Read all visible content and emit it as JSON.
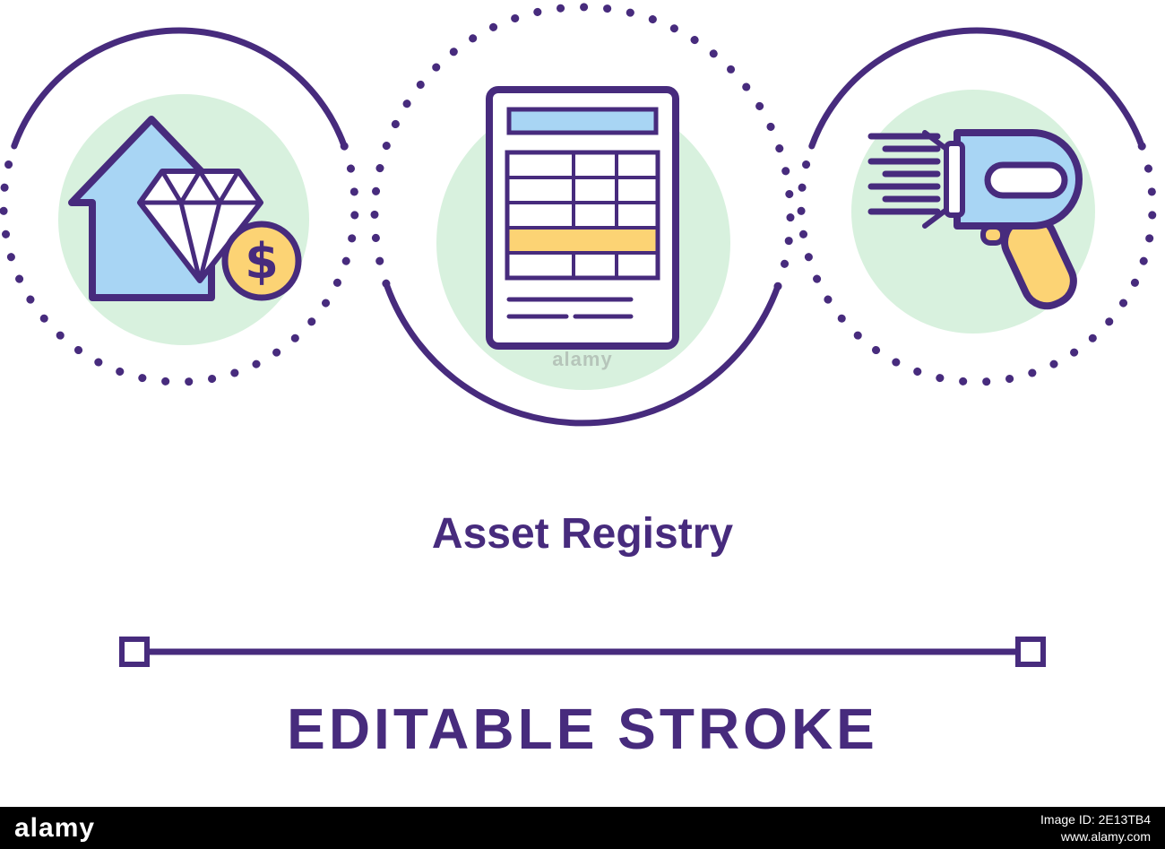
{
  "title": "Asset Registry",
  "subtitle": "EDITABLE STROKE",
  "coin_symbol": "$",
  "icons": {
    "left": "house-diamond-coin-icon",
    "center": "registry-document-icon",
    "right": "barcode-scanner-icon"
  },
  "colors": {
    "purple": "#472b7d",
    "green": "#d8f1de",
    "blue": "#a8d5f4",
    "yellow": "#fcd374",
    "white": "#ffffff",
    "black": "#000000"
  },
  "watermark": {
    "brand": "alamy",
    "faint_mark": "alamy",
    "image_id": "Image ID: 2E13TB4",
    "url": "www.alamy.com"
  }
}
